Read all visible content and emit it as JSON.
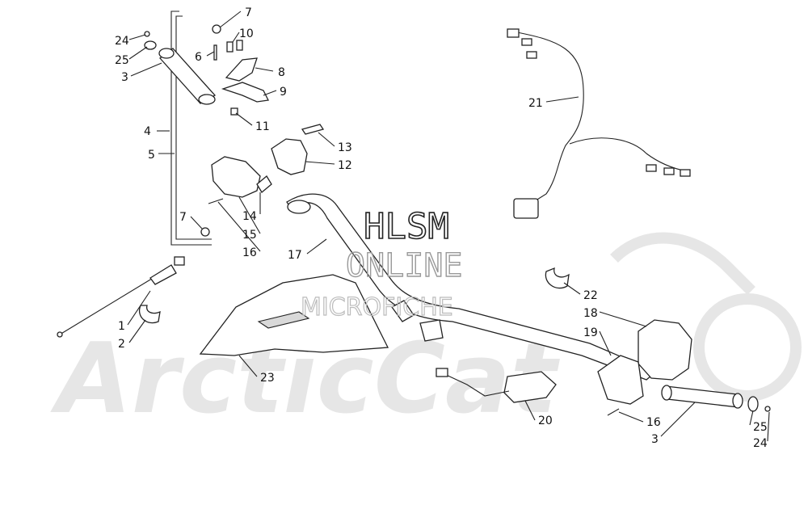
{
  "watermark": {
    "hlsm": "HLSM",
    "online": "ONLINE",
    "microfiche": "MICROFICHE",
    "logo": "ArcticCat"
  },
  "callouts": [
    {
      "id": "c24a",
      "label": "24"
    },
    {
      "id": "c25a",
      "label": "25"
    },
    {
      "id": "c3a",
      "label": "3"
    },
    {
      "id": "c4",
      "label": "4"
    },
    {
      "id": "c5",
      "label": "5"
    },
    {
      "id": "c7a",
      "label": "7"
    },
    {
      "id": "c10",
      "label": "10"
    },
    {
      "id": "c6",
      "label": "6"
    },
    {
      "id": "c8",
      "label": "8"
    },
    {
      "id": "c9",
      "label": "9"
    },
    {
      "id": "c11",
      "label": "11"
    },
    {
      "id": "c13",
      "label": "13"
    },
    {
      "id": "c12",
      "label": "12"
    },
    {
      "id": "c7b",
      "label": "7"
    },
    {
      "id": "c14",
      "label": "14"
    },
    {
      "id": "c15",
      "label": "15"
    },
    {
      "id": "c16a",
      "label": "16"
    },
    {
      "id": "c17",
      "label": "17"
    },
    {
      "id": "c21",
      "label": "21"
    },
    {
      "id": "c1",
      "label": "1"
    },
    {
      "id": "c2",
      "label": "2"
    },
    {
      "id": "c23",
      "label": "23"
    },
    {
      "id": "c22",
      "label": "22"
    },
    {
      "id": "c18",
      "label": "18"
    },
    {
      "id": "c19",
      "label": "19"
    },
    {
      "id": "c20",
      "label": "20"
    },
    {
      "id": "c16b",
      "label": "16"
    },
    {
      "id": "c3b",
      "label": "3"
    },
    {
      "id": "c25b",
      "label": "25"
    },
    {
      "id": "c24b",
      "label": "24"
    }
  ]
}
